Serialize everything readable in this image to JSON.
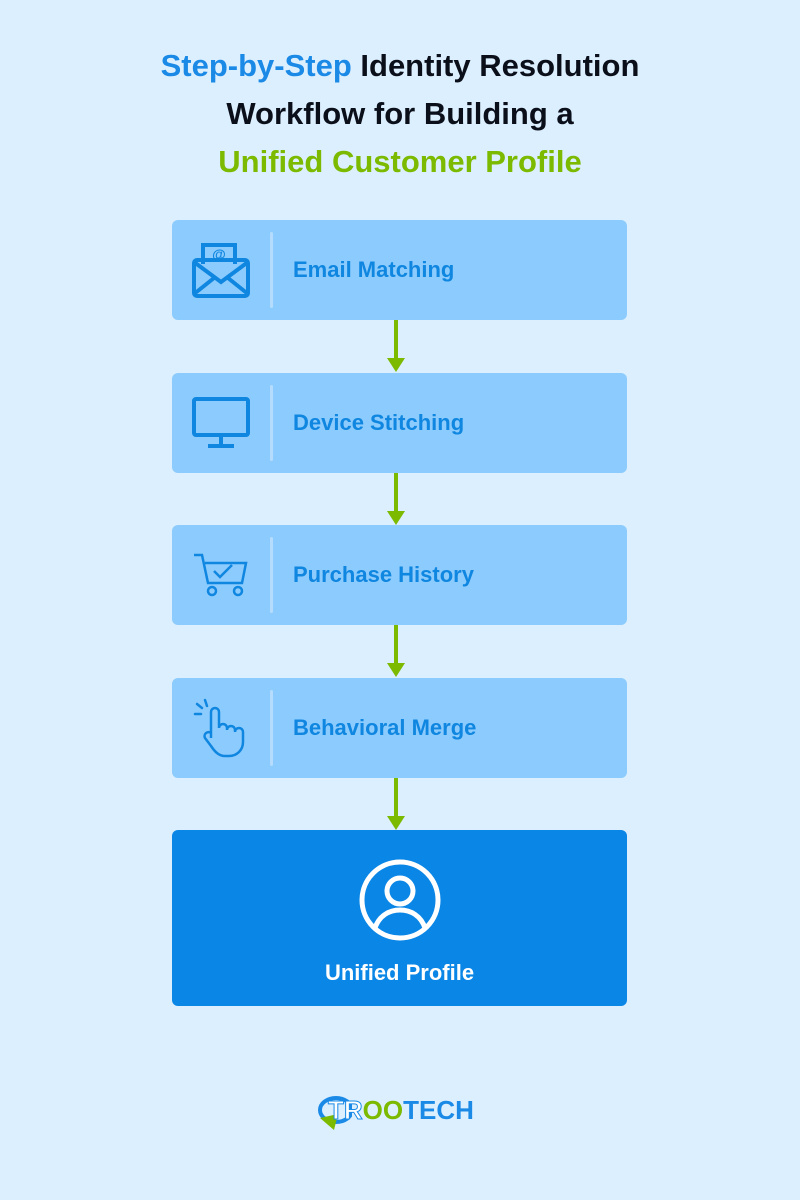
{
  "title": {
    "part1": "Step-by-Step",
    "part2": " Identity Resolution",
    "line2": "Workflow for Building a",
    "line3": "Unified Customer Profile"
  },
  "steps": [
    {
      "label": "Email Matching",
      "icon": "envelope-at-icon"
    },
    {
      "label": "Device Stitching",
      "icon": "monitor-icon"
    },
    {
      "label": "Purchase History",
      "icon": "cart-check-icon"
    },
    {
      "label": "Behavioral Merge",
      "icon": "hand-tap-icon"
    }
  ],
  "final": {
    "label": "Unified Profile",
    "icon": "user-circle-icon"
  },
  "logo": {
    "part1": "TR",
    "part2": "OO",
    "part3": "TECH"
  },
  "colors": {
    "background": "#dcefff",
    "box": "#8ccbfd",
    "accent": "#0a86e6",
    "arrow": "#7cba00"
  }
}
